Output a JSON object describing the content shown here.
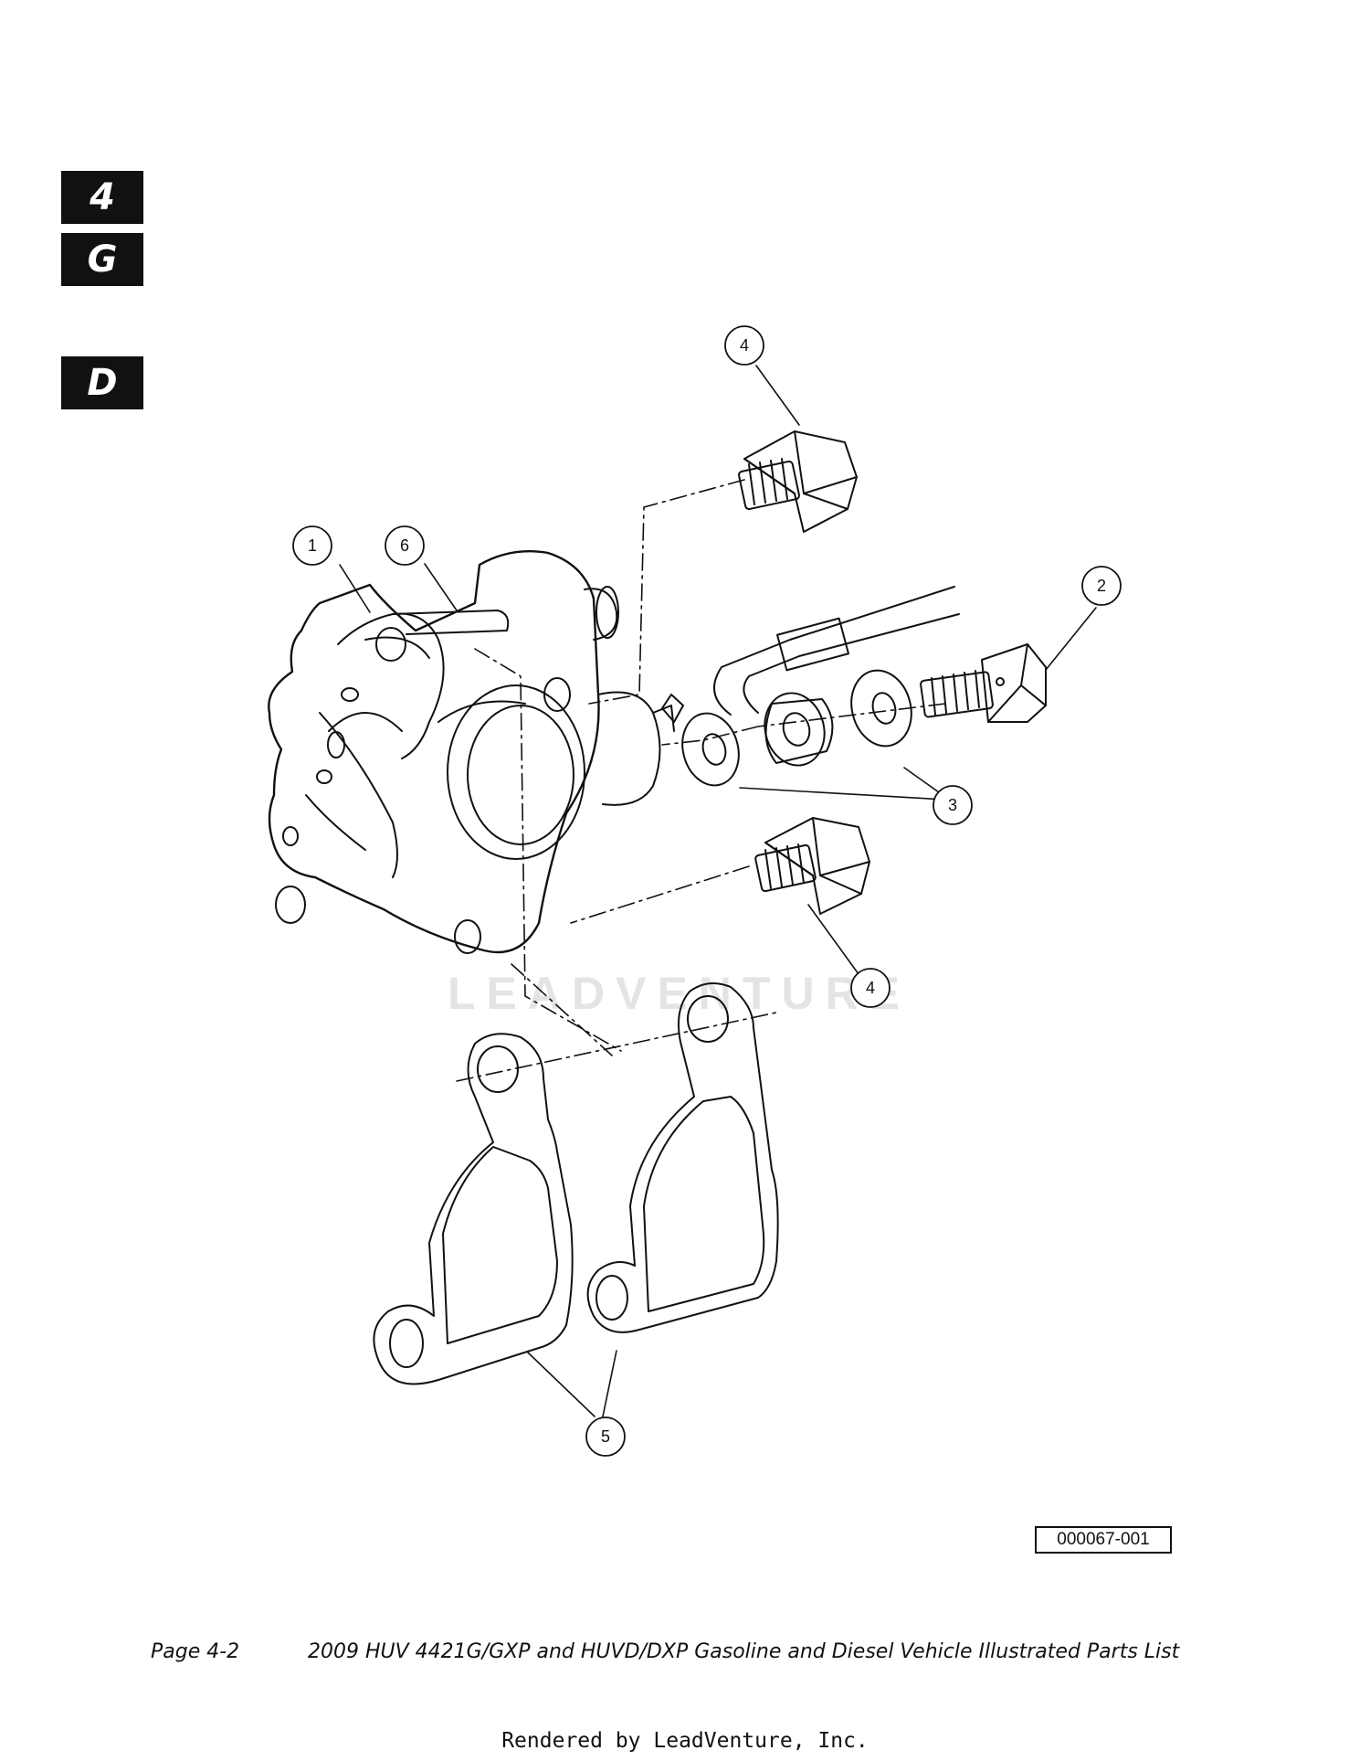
{
  "section_tabs": [
    "4",
    "G",
    "D"
  ],
  "callouts": [
    {
      "id": "c4a",
      "label": "4"
    },
    {
      "id": "c1",
      "label": "1"
    },
    {
      "id": "c6",
      "label": "6"
    },
    {
      "id": "c2",
      "label": "2"
    },
    {
      "id": "c3",
      "label": "3"
    },
    {
      "id": "c4b",
      "label": "4"
    },
    {
      "id": "c5",
      "label": "5"
    }
  ],
  "watermark": "LEADVENTURE",
  "figure_id": "000067-001",
  "footer": {
    "page": "Page 4-2",
    "title": "2009 HUV 4421G/GXP and HUVD/DXP Gasoline and Diesel Vehicle Illustrated Parts List"
  },
  "rendered_by": "Rendered by LeadVenture, Inc."
}
